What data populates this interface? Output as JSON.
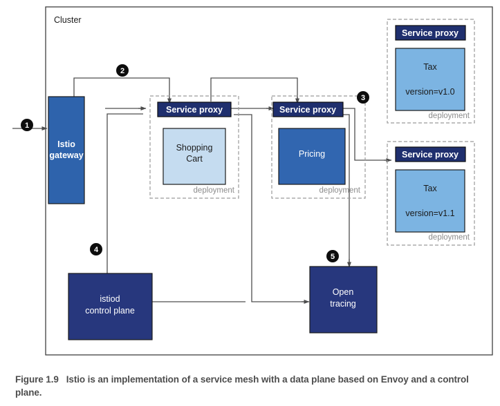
{
  "figure": {
    "number": "Figure 1.9",
    "caption": "Istio is an implementation of a service mesh with a data plane based on Envoy and a control plane."
  },
  "diagram": {
    "type": "architecture-diagram",
    "cluster_label": "Cluster",
    "deployment_label": "deployment",
    "service_proxy_label": "Service proxy",
    "nodes": {
      "gateway": {
        "label_line1": "Istio",
        "label_line2": "gateway",
        "color": "#2e63ac"
      },
      "shopping_cart": {
        "label_line1": "Shopping",
        "label_line2": "Cart",
        "color": "#c5dcf0"
      },
      "pricing": {
        "label_line1": "Pricing",
        "label_line2": "",
        "color": "#3166b0"
      },
      "tax_v10": {
        "label_line1": "Tax",
        "label_line2": "version=v1.0",
        "color": "#7cb4e2"
      },
      "tax_v11": {
        "label_line1": "Tax",
        "label_line2": "version=v1.1",
        "color": "#7cb4e2"
      },
      "istiod": {
        "label_line1": "istiod",
        "label_line2": "control plane",
        "color": "#27377d"
      },
      "open_tracing": {
        "label_line1": "Open",
        "label_line2": "tracing",
        "color": "#27377d"
      }
    },
    "step_badges": [
      {
        "id": "1",
        "label": "1"
      },
      {
        "id": "2",
        "label": "2"
      },
      {
        "id": "3",
        "label": "3"
      },
      {
        "id": "4",
        "label": "4"
      },
      {
        "id": "5",
        "label": "5"
      }
    ],
    "colors": {
      "proxy_fill": "#1f2f6e",
      "badge_fill": "#0d0d0d",
      "line": "#595959",
      "frame": "#3f3f3f",
      "dashed": "#9a9a9a"
    }
  }
}
